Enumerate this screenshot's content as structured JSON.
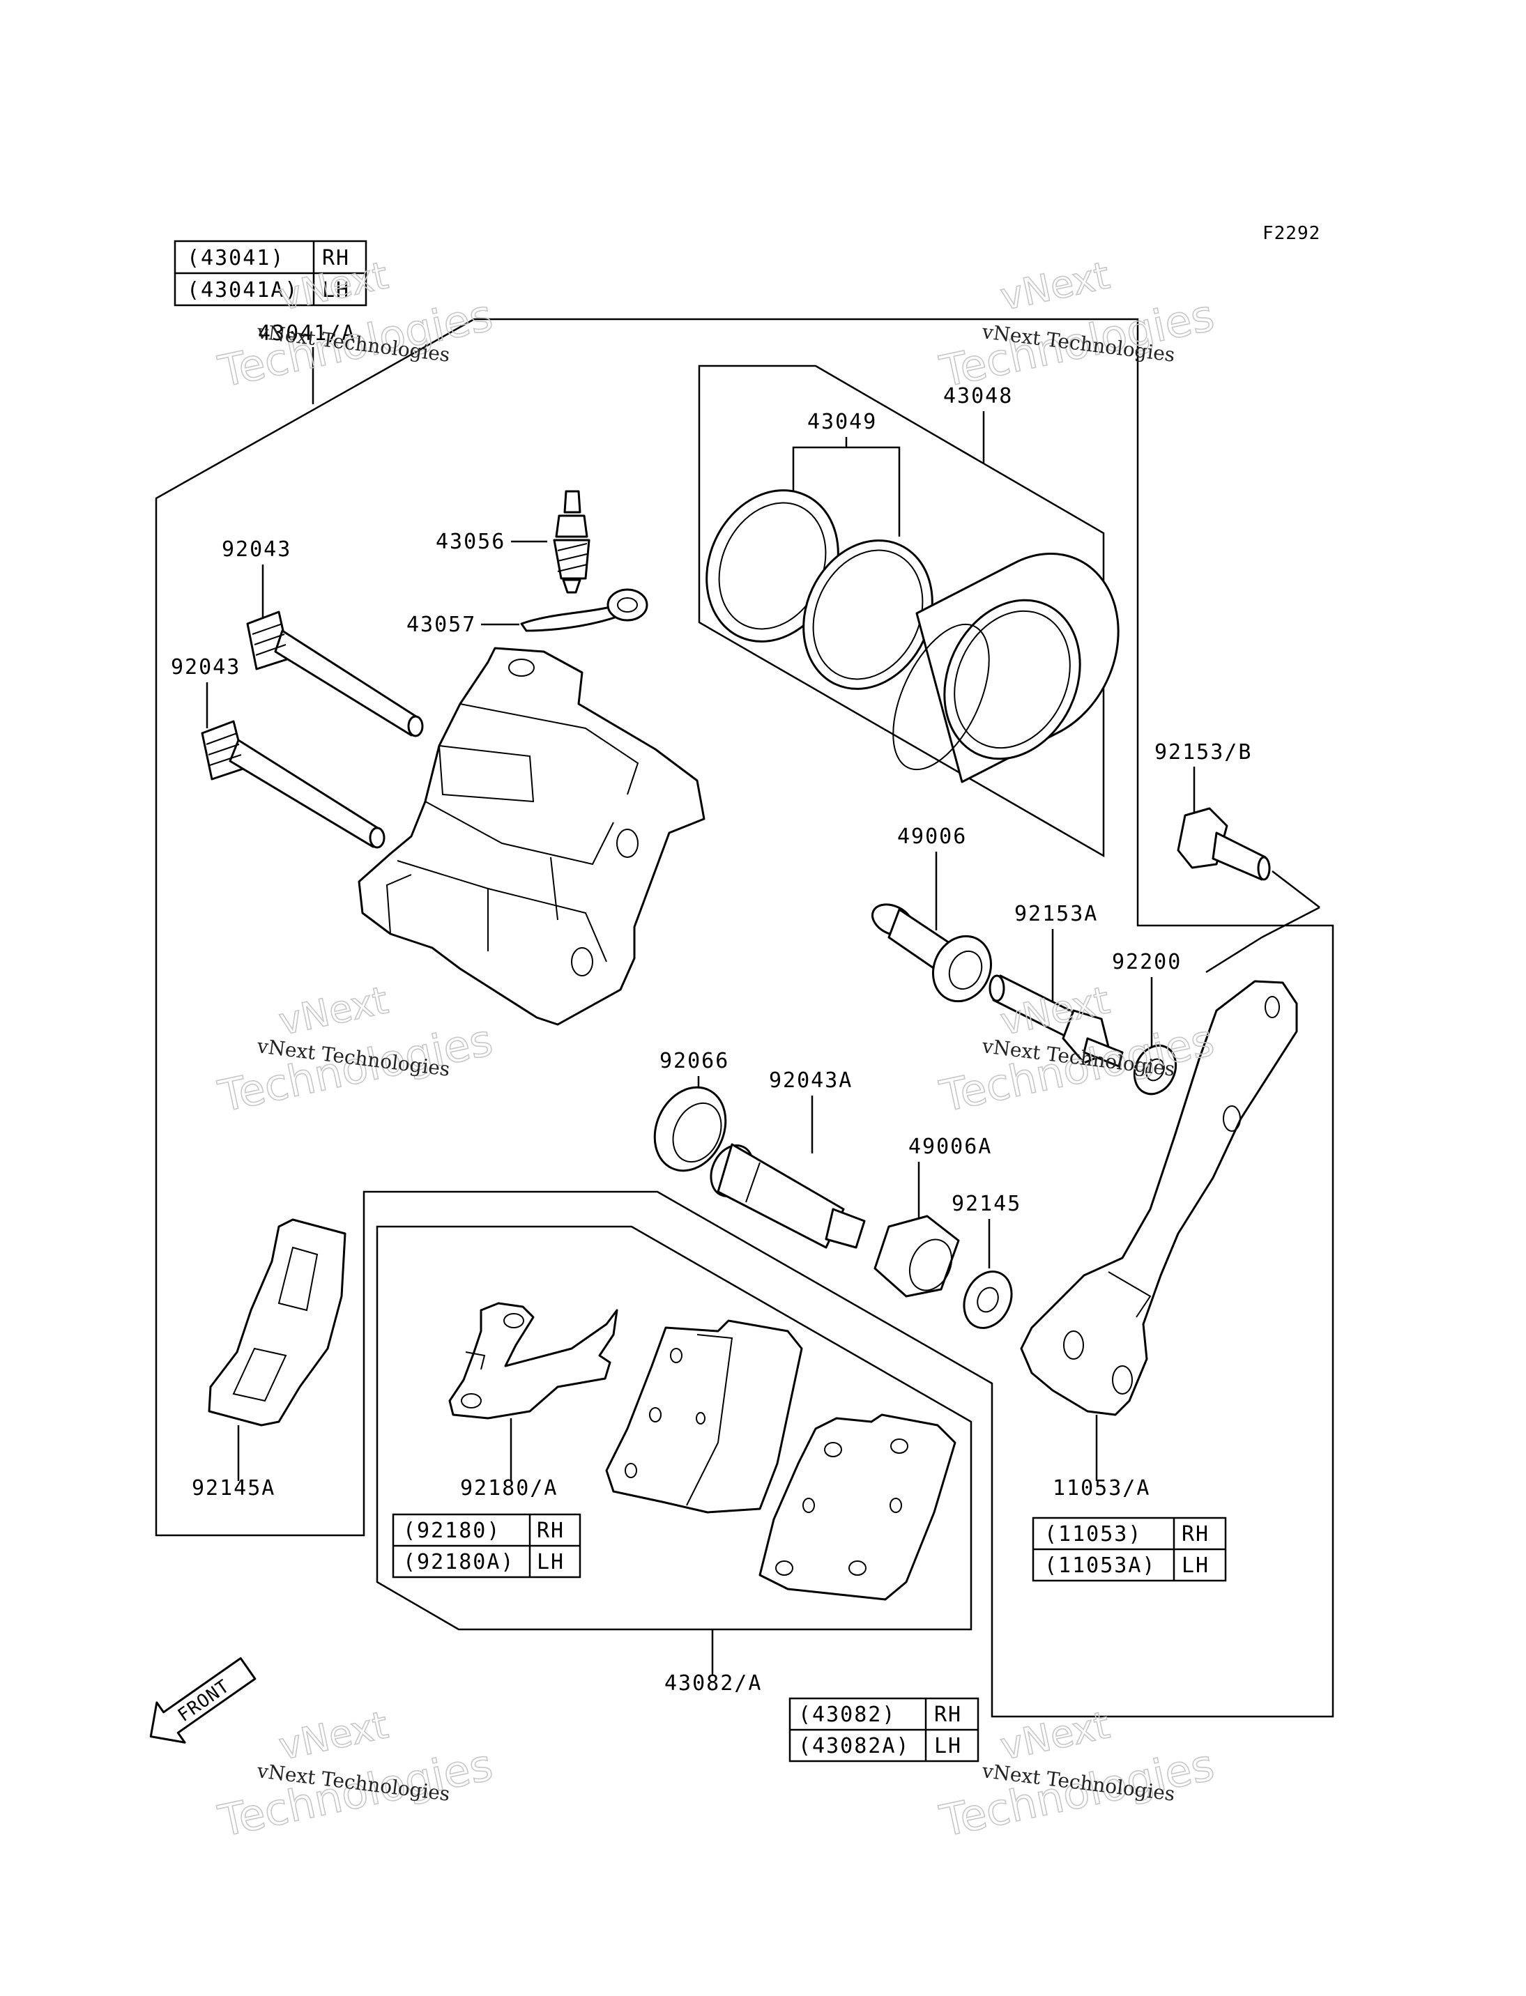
{
  "figure_code": "F2292",
  "tables": {
    "caliper": {
      "rows": [
        {
          "code": "(43041)",
          "side": "RH"
        },
        {
          "code": "(43041A)",
          "side": "LH"
        }
      ]
    },
    "pad_spring": {
      "rows": [
        {
          "code": "(92180)",
          "side": "RH"
        },
        {
          "code": "(92180A)",
          "side": "LH"
        }
      ]
    },
    "bracket": {
      "rows": [
        {
          "code": "(11053)",
          "side": "RH"
        },
        {
          "code": "(11053A)",
          "side": "LH"
        }
      ]
    },
    "pads": {
      "rows": [
        {
          "code": "(43082)",
          "side": "RH"
        },
        {
          "code": "(43082A)",
          "side": "LH"
        }
      ]
    }
  },
  "labels": {
    "p43041": "43041/A",
    "p43048": "43048",
    "p43049": "43049",
    "p43056": "43056",
    "p43057": "43057",
    "p92043_top": "92043",
    "p92043_bottom": "92043",
    "p92153b": "92153/B",
    "p49006": "49006",
    "p92153a": "92153A",
    "p92200": "92200",
    "p92066": "92066",
    "p92043a": "92043A",
    "p49006a": "49006A",
    "p92145": "92145",
    "p92145a": "92145A",
    "p92180": "92180/A",
    "p11053": "11053/A",
    "p43082": "43082/A"
  },
  "front_label": "FRONT",
  "watermark": {
    "line1": "vNext",
    "line2": "Technologies",
    "small": "vNext Technologies"
  }
}
